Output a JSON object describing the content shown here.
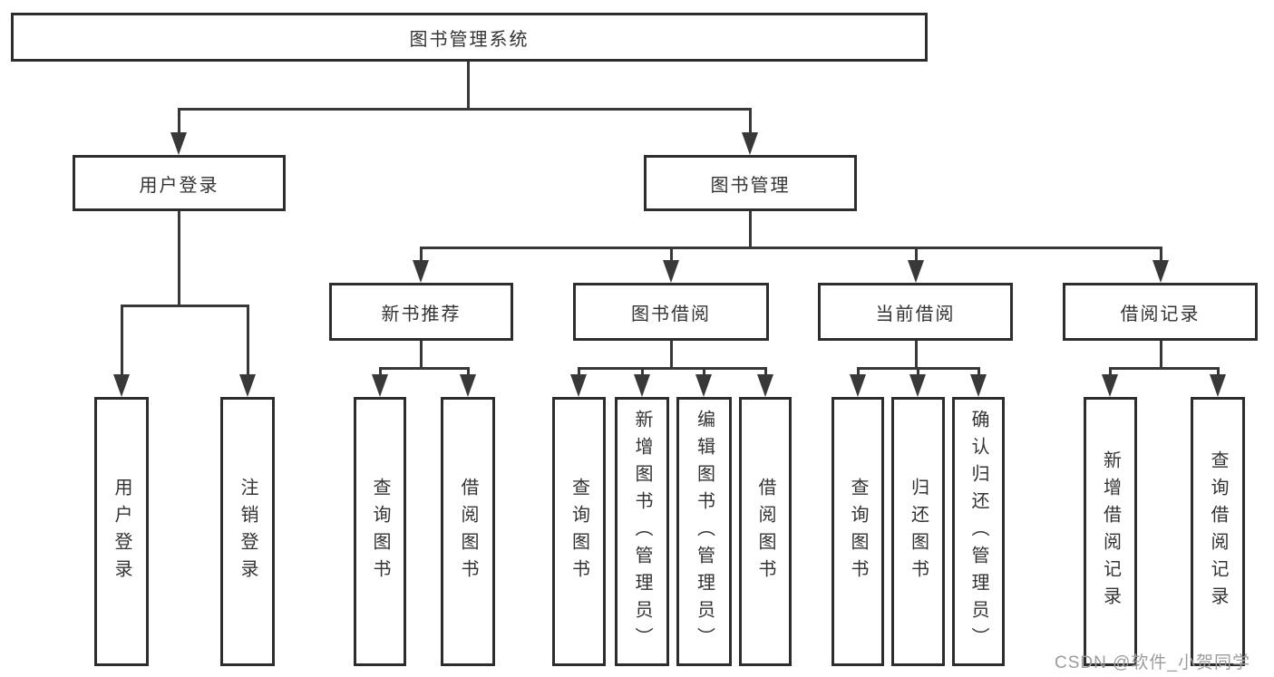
{
  "diagram_type": "hierarchy-tree",
  "labels": {
    "root": "图书管理系统",
    "user_login": "用户登录",
    "book_management": "图书管理",
    "new_book_recommend": "新书推荐",
    "book_borrowing": "图书借阅",
    "current_borrowing": "当前借阅",
    "borrowing_records": "借阅记录",
    "leaf_user_login": "用户登录",
    "leaf_logout_login": "注销登录",
    "nbr_query_book": "查询图书",
    "nbr_borrow_book": "借阅图书",
    "bb_query_book": "查询图书",
    "bb_add_book_admin": "新增图书（管理员）",
    "bb_edit_book_admin": "编辑图书（管理员）",
    "bb_borrow_book": "借阅图书",
    "cb_query_book": "查询图书",
    "cb_return_book": "归还图书",
    "cb_confirm_return_admin": "确认归还（管理员）",
    "br_add_record": "新增借阅记录",
    "br_query_record": "查询借阅记录"
  },
  "hierarchy": {
    "图书管理系统": {
      "用户登录": [
        "用户登录",
        "注销登录"
      ],
      "图书管理": {
        "新书推荐": [
          "查询图书",
          "借阅图书"
        ],
        "图书借阅": [
          "查询图书",
          "新增图书（管理员）",
          "编辑图书（管理员）",
          "借阅图书"
        ],
        "当前借阅": [
          "查询图书",
          "归还图书",
          "确认归还（管理员）"
        ],
        "借阅记录": [
          "新增借阅记录",
          "查询借阅记录"
        ]
      }
    }
  },
  "watermark": {
    "text": "CSDN @软件_小贺同学"
  },
  "colors": {
    "background": "#ffffff",
    "box_border": "#2d2d2d",
    "line": "#383838",
    "text": "#333333",
    "watermark": "#9c9c9c"
  }
}
